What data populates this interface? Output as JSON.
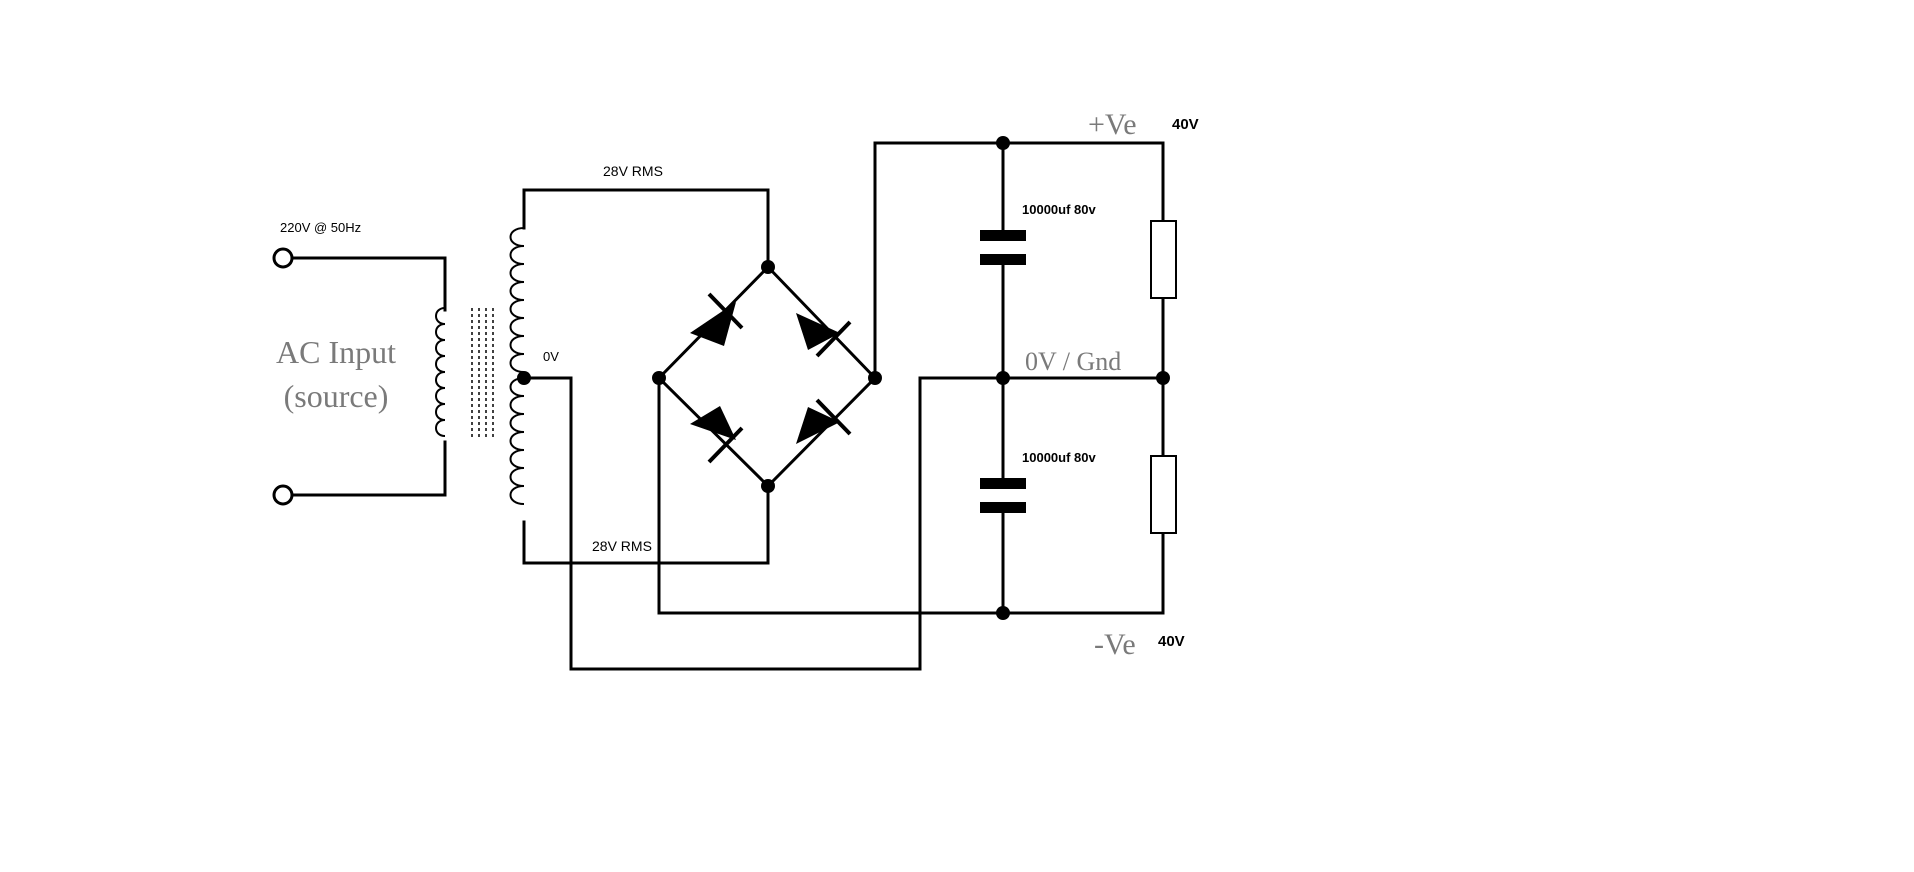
{
  "labels": {
    "ac_input_line1": "AC Input",
    "ac_input_line2": "(source)",
    "input_spec": "220V @ 50Hz",
    "secondary_top": "28V RMS",
    "secondary_bottom": "28V RMS",
    "center_tap": "0V",
    "pos_rail": "+Ve",
    "pos_voltage": "40V",
    "neg_rail": "-Ve",
    "neg_voltage": "40V",
    "ground": "0V / Gnd",
    "cap_top": "10000uf 80v",
    "cap_bottom": "10000uf 80v"
  },
  "colors": {
    "wire": "#000000",
    "label_gray": "#7a7a7a",
    "text": "#000000"
  }
}
